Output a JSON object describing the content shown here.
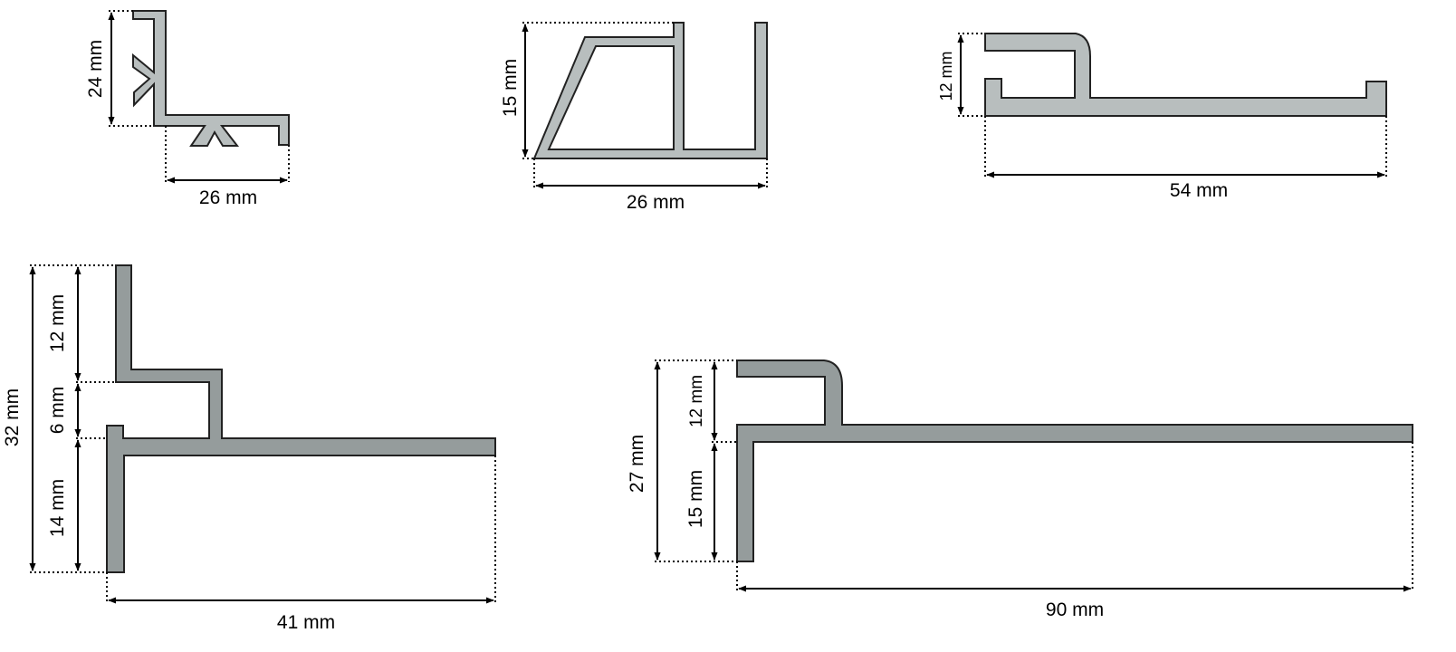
{
  "profiles": [
    {
      "id": "profile-1",
      "dims": {
        "height": "24 mm",
        "width": "26 mm"
      }
    },
    {
      "id": "profile-2",
      "dims": {
        "height": "15 mm",
        "width": "26 mm"
      }
    },
    {
      "id": "profile-3",
      "dims": {
        "height": "12 mm",
        "width": "54 mm"
      }
    },
    {
      "id": "profile-4",
      "dims": {
        "total": "32 mm",
        "top": "12 mm",
        "middle": "6 mm",
        "bottom": "14 mm",
        "width": "41 mm"
      }
    },
    {
      "id": "profile-5",
      "dims": {
        "total": "27 mm",
        "top": "12 mm",
        "bottom": "15 mm",
        "width": "90 mm"
      }
    }
  ],
  "colors": {
    "profile_light": "#b8bebe",
    "profile_dark": "#959c9c",
    "outline": "#222222"
  }
}
